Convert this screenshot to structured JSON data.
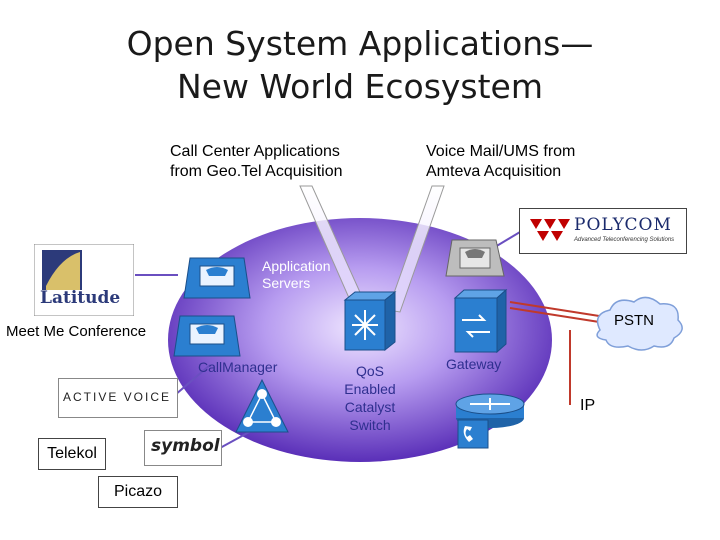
{
  "title": {
    "line1": "Open System Applications—",
    "line2": "New World Ecosystem"
  },
  "callouts": {
    "call_center": {
      "line1": "Call Center Applications",
      "line2": "from Geo.Tel Acquisition"
    },
    "voice_mail": {
      "line1": "Voice Mail/UMS from",
      "line2": "Amteva Acquisition"
    }
  },
  "network": {
    "app_servers": {
      "line1": "Application",
      "line2": "Servers"
    },
    "call_manager": "CallManager",
    "qos_switch": {
      "line1": "QoS",
      "line2": "Enabled",
      "line3": "Catalyst",
      "line4": "Switch"
    },
    "gateway": "Gateway",
    "pstn": "PSTN",
    "ip": "IP"
  },
  "partners": {
    "meet_me": "Meet Me Conference",
    "latitude": "Latitude",
    "polycom": "POLYCOM",
    "polycom_tagline": "Advanced Teleconferencing Solutions",
    "active_voice": "ACTIVE VOICE",
    "symbol": "symbol",
    "telekol": "Telekol",
    "picazo": "Picazo"
  },
  "colors": {
    "ellipse_center": "#a78fe0",
    "ellipse_edge": "#5a2fb8",
    "device": "#2b7fd0",
    "line_red": "#c0392b"
  },
  "icons": [
    "phone-icon",
    "router-icon",
    "switch-icon",
    "gateway-icon",
    "cloud-icon"
  ]
}
